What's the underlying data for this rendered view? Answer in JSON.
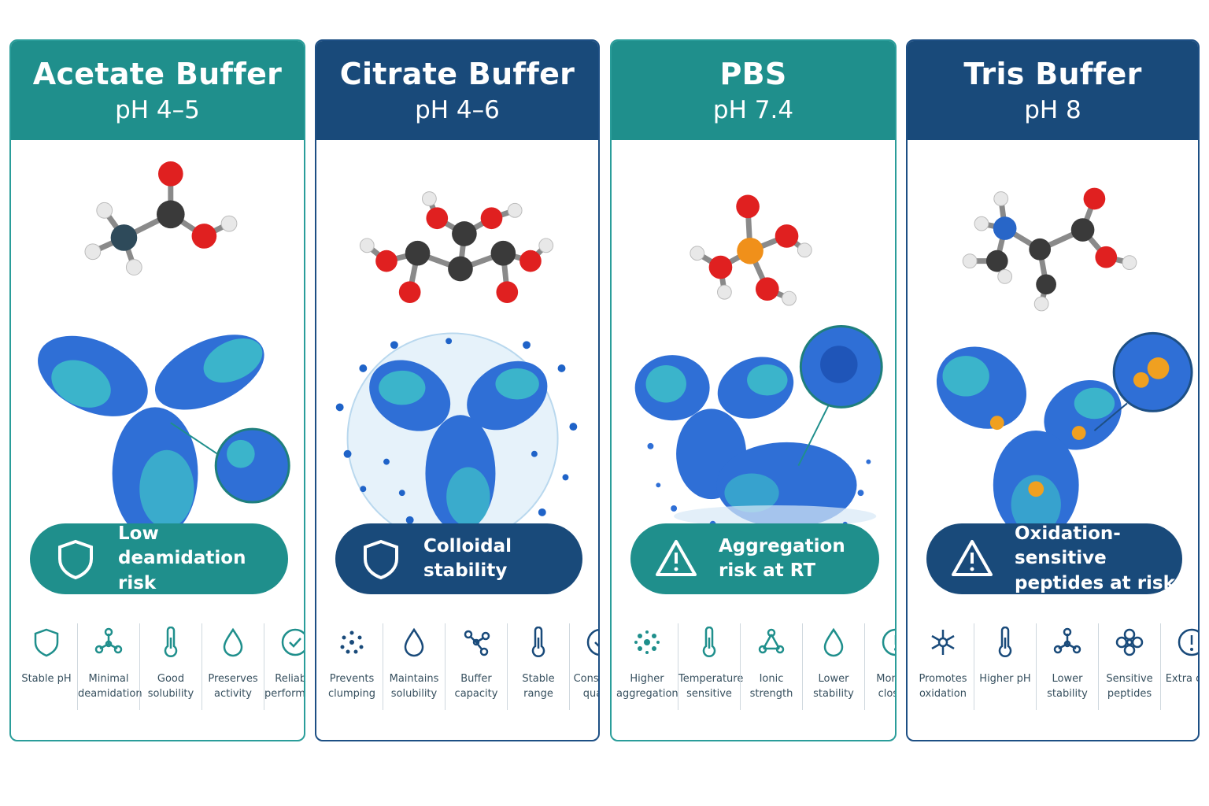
{
  "colors": {
    "teal": "#1f8f8c",
    "navy": "#194a7a",
    "protein_blue": "#2f6fd6",
    "protein_cyan": "#3ec5c8",
    "oxygen": "#e02020",
    "carbon": "#3a3a3a",
    "nitrogen": "#2866c8",
    "phosphorus": "#f0901a"
  },
  "panels": [
    {
      "title": "Acetate Buffer",
      "ph": "pH 4–5",
      "theme": "teal",
      "highlight": {
        "icon": "shield-icon",
        "text": "Low deamidation risk"
      },
      "features": [
        {
          "icon": "shield-icon",
          "label": "Stable pH"
        },
        {
          "icon": "molecule-icon",
          "label": "Minimal deamidation"
        },
        {
          "icon": "thermometer-icon",
          "label": "Good solubility"
        },
        {
          "icon": "droplet-icon",
          "label": "Preserves activity"
        },
        {
          "icon": "check-circle-icon",
          "label": "Reliable performance"
        }
      ]
    },
    {
      "title": "Citrate Buffer",
      "ph": "pH 4–6",
      "theme": "navy",
      "highlight": {
        "icon": "shield-icon",
        "text": "Colloidal stability"
      },
      "features": [
        {
          "icon": "dots-icon",
          "label": "Prevents clumping"
        },
        {
          "icon": "droplet-icon",
          "label": "Maintains solubility"
        },
        {
          "icon": "molecule-icon",
          "label": "Buffer capacity"
        },
        {
          "icon": "thermometer-icon",
          "label": "Stable range"
        },
        {
          "icon": "check-circle-icon",
          "label": "Consistent quality"
        }
      ]
    },
    {
      "title": "PBS",
      "ph": "pH 7.4",
      "theme": "teal",
      "highlight": {
        "icon": "warning-icon",
        "text": "Aggregation risk at RT"
      },
      "features": [
        {
          "icon": "cluster-icon",
          "label": "Higher aggregation"
        },
        {
          "icon": "thermometer-icon",
          "label": "Temperature sensitive"
        },
        {
          "icon": "ions-icon",
          "label": "Ionic strength"
        },
        {
          "icon": "droplet-icon",
          "label": "Lower stability"
        },
        {
          "icon": "alert-circle-icon",
          "label": "Monitor closely"
        }
      ]
    },
    {
      "title": "Tris Buffer",
      "ph": "pH 8",
      "theme": "navy",
      "highlight": {
        "icon": "warning-icon",
        "text": "Oxidation-sensitive peptides at risk"
      },
      "features": [
        {
          "icon": "snowflake-icon",
          "label": "Promotes oxidation"
        },
        {
          "icon": "thermometer-icon",
          "label": "Higher pH"
        },
        {
          "icon": "molecule-icon",
          "label": "Lower stability"
        },
        {
          "icon": "flower-icon",
          "label": "Sensitive peptides"
        },
        {
          "icon": "alert-circle-icon",
          "label": "Extra care"
        }
      ]
    }
  ]
}
